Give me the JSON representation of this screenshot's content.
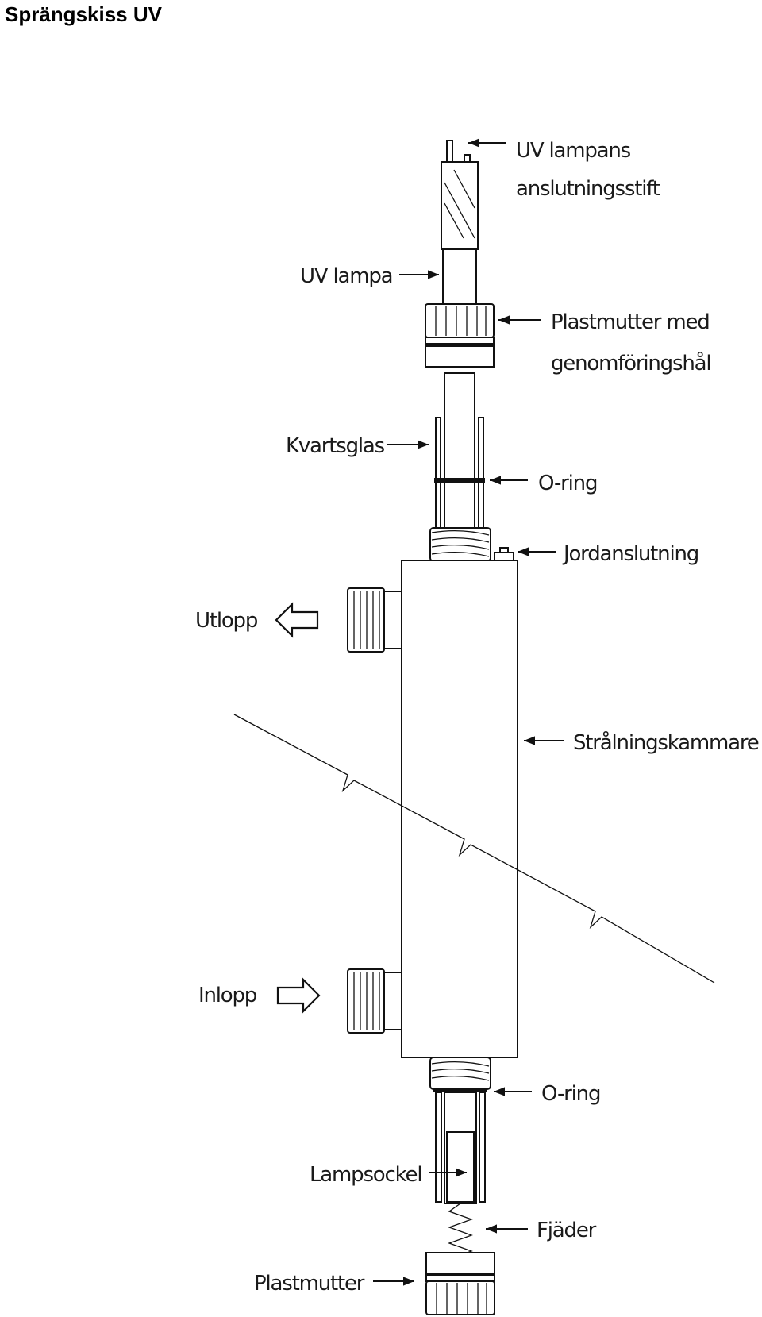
{
  "title": "Sprängskiss UV",
  "labels": {
    "pins_line1": "UV lampans",
    "pins_line2": "anslutningsstift",
    "uv_lamp": "UV lampa",
    "nut_line1": "Plastmutter med",
    "nut_line2": "genomföringshål",
    "quartz": "Kvartsglas",
    "oring_top": "O-ring",
    "ground": "Jordanslutning",
    "outlet": "Utlopp",
    "chamber": "Strålningskammare",
    "inlet": "Inlopp",
    "oring_bottom": "O-ring",
    "lamp_socket": "Lampsockel",
    "spring": "Fjäder",
    "bottom_nut": "Plastmutter"
  }
}
